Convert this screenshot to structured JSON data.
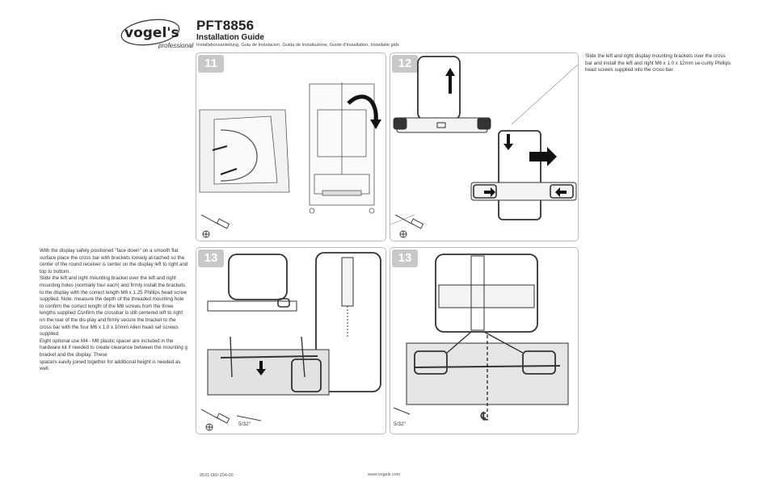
{
  "header": {
    "brand": "vogel's",
    "brand_sub": "professional",
    "title": "PFT8856",
    "subtitle": "Installation Guide",
    "languages": "Installationsanleitung, Guia de Instalacion, Guida de Installazione, Guide d'Installation, Installatie gids"
  },
  "steps": {
    "s11": "11",
    "s12": "12",
    "s13a": "13",
    "s13b": "13"
  },
  "labels": {
    "allen_a": "5/32\"",
    "allen_b": "5/32\"",
    "centerline": "℄"
  },
  "text_right": "Slide the left and right display mounting brackets over the cross bar and install the left and right M6 x 1.0 x 12mm se-curity Phillips head screws supplied into the cross bar.",
  "text_left": "With the display safely positioned \"face down\" on a smooth flat surface place the cross bar with brackets loosely at-tached so the center of the round receiver is center on the display left to right and top to bottom.\nSlide the left and right mounting bracket over the left and right mounting holes (normally four each) and firmly install the brackets to the display with the correct length M8 x 1.25 Phillips head screw supplied. Note: measure the depth of the threaded mounting hole  to confirm the correct length of the M8 screws from the three lengths supplied Confirm the crossbar is still centered left to right on the rear of the dis-play and firmly secure the bracket to the cross bar with the four M6 x 1.0 x 10mm Allen head set screws supplied.\nEight optional use M4 - M8 plastic spacer are included in the hardware kit if needed to create clearance between the mounting g bracket and the display. These\nspacers easily joined together for additional height is needed as well.",
  "footer": {
    "code": "9531-060-Z04-00",
    "url": "www.vogels.com"
  }
}
